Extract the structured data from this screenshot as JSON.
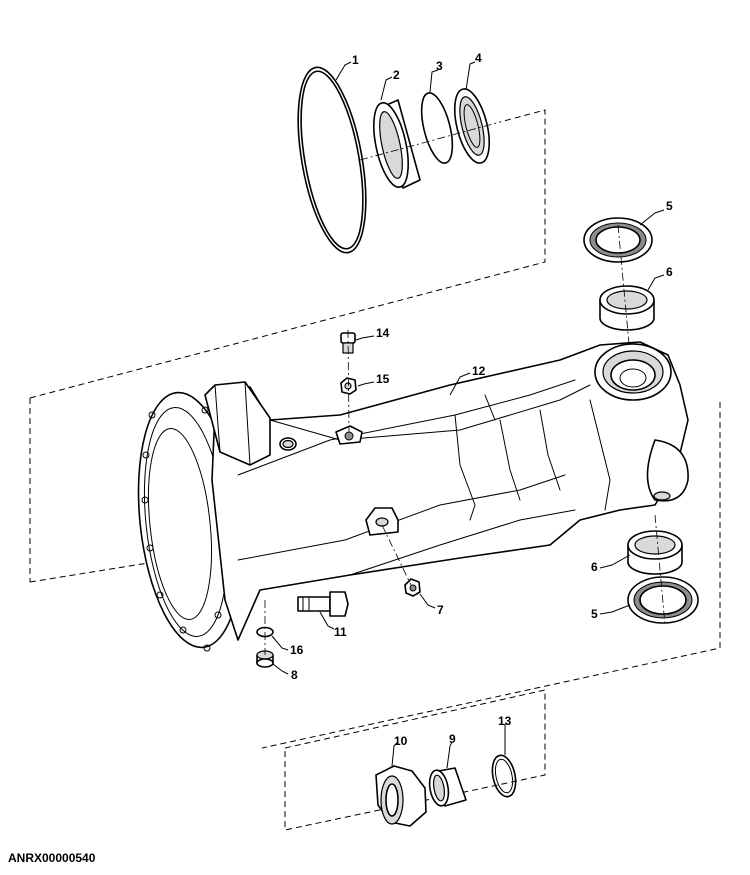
{
  "figure_id": "ANRX00000540",
  "callouts": {
    "c1": "1",
    "c2": "2",
    "c3": "3",
    "c4": "4",
    "c5a": "5",
    "c5b": "5",
    "c6a": "6",
    "c6b": "6",
    "c7": "7",
    "c8": "8",
    "c9": "9",
    "c10": "10",
    "c11": "11",
    "c12": "12",
    "c13": "13",
    "c14": "14",
    "c15": "15",
    "c16": "16"
  }
}
